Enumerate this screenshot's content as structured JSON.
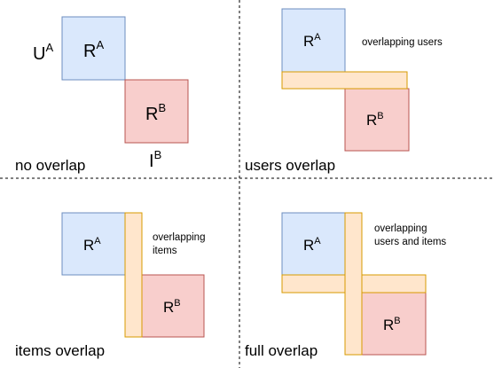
{
  "colors": {
    "blue_fill": "#dae8fc",
    "blue_stroke": "#6c8ebf",
    "red_fill": "#f8cecc",
    "red_stroke": "#b85450",
    "orange_fill": "#ffe6cc",
    "orange_stroke": "#d79b00",
    "divider": "#000000"
  },
  "panels": {
    "no_overlap": {
      "caption": "no overlap",
      "ra_base": "R",
      "ra_sup": "A",
      "rb_base": "R",
      "rb_sup": "B",
      "ua_base": "U",
      "ua_sup": "A",
      "ib_base": "I",
      "ib_sup": "B"
    },
    "users_overlap": {
      "caption": "users overlap",
      "ra_base": "R",
      "ra_sup": "A",
      "rb_base": "R",
      "rb_sup": "B",
      "note": "overlapping users"
    },
    "items_overlap": {
      "caption": "items overlap",
      "ra_base": "R",
      "ra_sup": "A",
      "rb_base": "R",
      "rb_sup": "B",
      "note_line1": "overlapping",
      "note_line2": "items"
    },
    "full_overlap": {
      "caption": "full overlap",
      "ra_base": "R",
      "ra_sup": "A",
      "rb_base": "R",
      "rb_sup": "B",
      "note_line1": "overlapping",
      "note_line2": "users and items"
    }
  }
}
